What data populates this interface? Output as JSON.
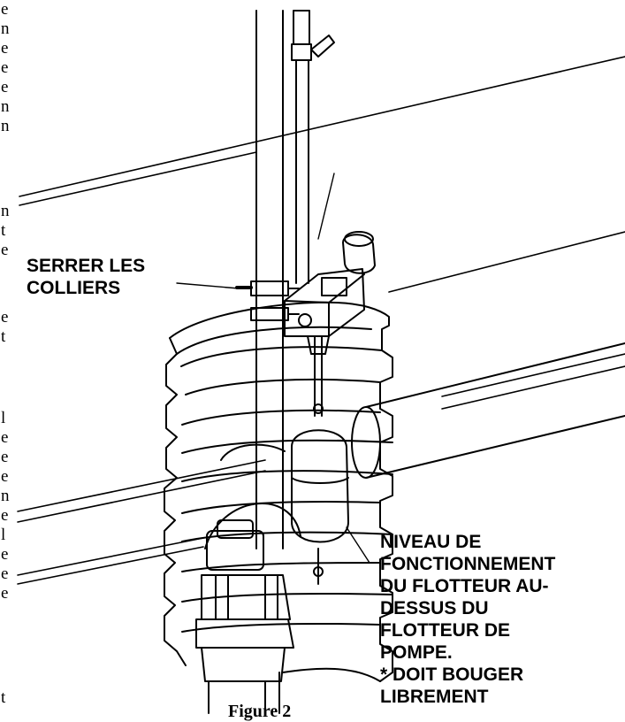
{
  "labels": {
    "serrer": [
      "SERRER LES",
      "COLLIERS"
    ],
    "niveau": [
      "NIVEAU DE",
      "FONCTIONNEMENT",
      "DU FLOTTEUR AU-",
      "DESSUS DU",
      "FLOTTEUR DE",
      "POMPE.",
      "* DOIT BOUGER",
      "LIBREMENT"
    ]
  },
  "caption": "Figure 2",
  "margin_fragments": [
    "e",
    "n",
    "e",
    "e",
    "e",
    "n",
    "n",
    "n",
    "t",
    "e",
    "e",
    "t",
    "l",
    "e",
    "e",
    "e",
    "n",
    "e",
    "l",
    "e",
    "e",
    "e",
    "t"
  ]
}
